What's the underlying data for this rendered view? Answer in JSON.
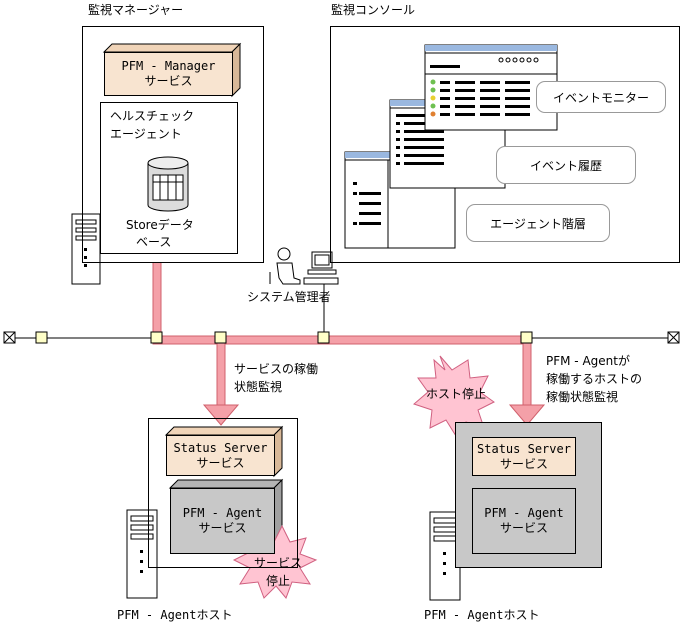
{
  "manager": {
    "title": "監視マネージャー",
    "pfm_manager": [
      "PFM - Manager",
      "サービス"
    ],
    "health_agent": [
      "ヘルスチェック",
      "エージェント"
    ],
    "store_db": [
      "Storeデータ",
      "ベース"
    ]
  },
  "console": {
    "title": "監視コンソール",
    "event_monitor": "イベントモニター",
    "event_history": "イベント履歴",
    "agent_hierarchy": "エージェント階層"
  },
  "admin_label": "システム管理者",
  "service_monitor_label": [
    "サービスの稼働",
    "状態監視"
  ],
  "host_monitor_label": [
    "PFM - Agentが",
    "稼働するホストの",
    "稼働状態監視"
  ],
  "host_left": {
    "status_server": [
      "Status Server",
      "サービス"
    ],
    "pfm_agent": [
      "PFM - Agent",
      "サービス"
    ],
    "label": "PFM - Agentホスト",
    "alert": [
      "サービス",
      "停止"
    ]
  },
  "host_right": {
    "status_server": [
      "Status Server",
      "サービス"
    ],
    "pfm_agent": [
      "PFM - Agent",
      "サービス"
    ],
    "label": "PFM - Agentホスト",
    "alert": "ホスト停止"
  },
  "colors": {
    "highlight": "#f4a0a8",
    "highlight_edge": "#d0606c",
    "service_box": "#f8e4d0",
    "gray_box": "#c8c8c8",
    "alert_fill": "#ffc4d2",
    "node_fill": "#ffffc8",
    "console_bar": "#9ab8e0"
  }
}
